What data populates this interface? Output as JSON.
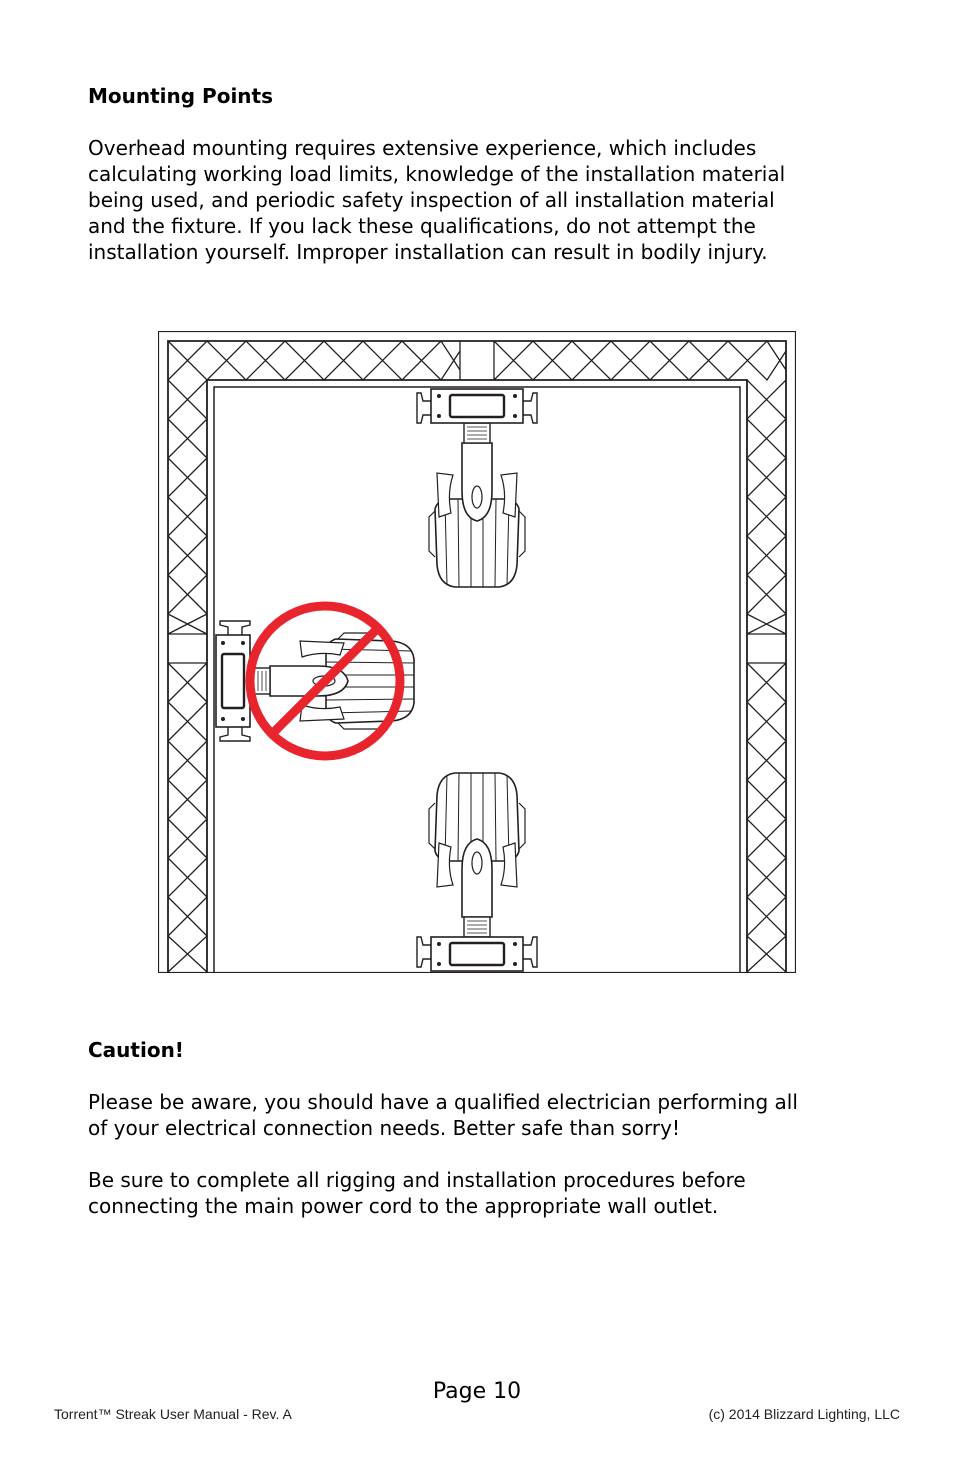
{
  "mounting": {
    "heading": "Mounting Points",
    "body": "Overhead mounting requires extensive experience, which includes\ncalculating working load limits, knowledge of the installation material\nbeing used, and periodic safety inspection of all installation material\nand the fixture. If you lack these qualifications, do not attempt the\ninstallation yourself. Improper installation can result in bodily injury."
  },
  "caution": {
    "heading": "Caution!",
    "para1": "Please be aware, you should have a qualified electrician performing all\nof your electrical connection needs. Better safe than sorry!",
    "para2": "Be sure to complete all rigging and installation procedures before\nconnecting the main power cord to the appropriate wall outlet."
  },
  "diagram": {
    "prohibition_color": "#e8242c",
    "line_color": "#231f20"
  },
  "footer": {
    "page": "Page 10",
    "left": "Torrent™ Streak User Manual - Rev. A",
    "right": "(c) 2014 Blizzard Lighting, LLC"
  }
}
